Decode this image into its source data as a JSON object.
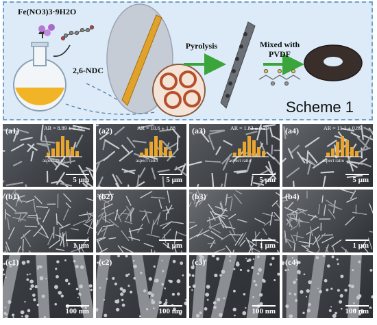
{
  "scheme": {
    "reagent": "Fe(NO3)3·9H2O",
    "linker": "2,6-NDC",
    "step1": "Pyrolysis",
    "step2_line1": "Mixed with",
    "step2_line2": "PVDF",
    "title": "Scheme 1"
  },
  "rows": [
    {
      "row": "a",
      "panels": [
        {
          "label": "(a1)",
          "scale": "5 μm",
          "ar": "AR = 8.89 ± 0.70",
          "xlabel": "aspect ratio"
        },
        {
          "label": "(a2)",
          "scale": "5 μm",
          "ar": "AR = 10.6 ± 1.88",
          "xlabel": "aspect ratio"
        },
        {
          "label": "(a3)",
          "scale": "5 μm",
          "ar": "AR = 1.83 ± 0.29",
          "xlabel": "aspect ratio"
        },
        {
          "label": "(a4)",
          "scale": "5 μm",
          "ar": "AR = 11.1 ± 0.89",
          "xlabel": "aspect ratio"
        }
      ]
    },
    {
      "row": "b",
      "panels": [
        {
          "label": "(b1)",
          "scale": "1 μm"
        },
        {
          "label": "(b2)",
          "scale": "1 μm"
        },
        {
          "label": "(b3)",
          "scale": "1 μm"
        },
        {
          "label": "(b4)",
          "scale": "1 μm"
        }
      ]
    },
    {
      "row": "c",
      "panels": [
        {
          "label": "(c1)",
          "scale": "100 nm"
        },
        {
          "label": "(c2)",
          "scale": "100 nm"
        },
        {
          "label": "(c3)",
          "scale": "100 nm"
        },
        {
          "label": "(c4)",
          "scale": "100 nm"
        }
      ]
    }
  ],
  "colors": {
    "scheme_bg": "#dcebf7",
    "scheme_border": "#6a9fd0",
    "rod": "#e0a22b",
    "arrow": "#3aa53a",
    "histogram": "#e8a530"
  }
}
